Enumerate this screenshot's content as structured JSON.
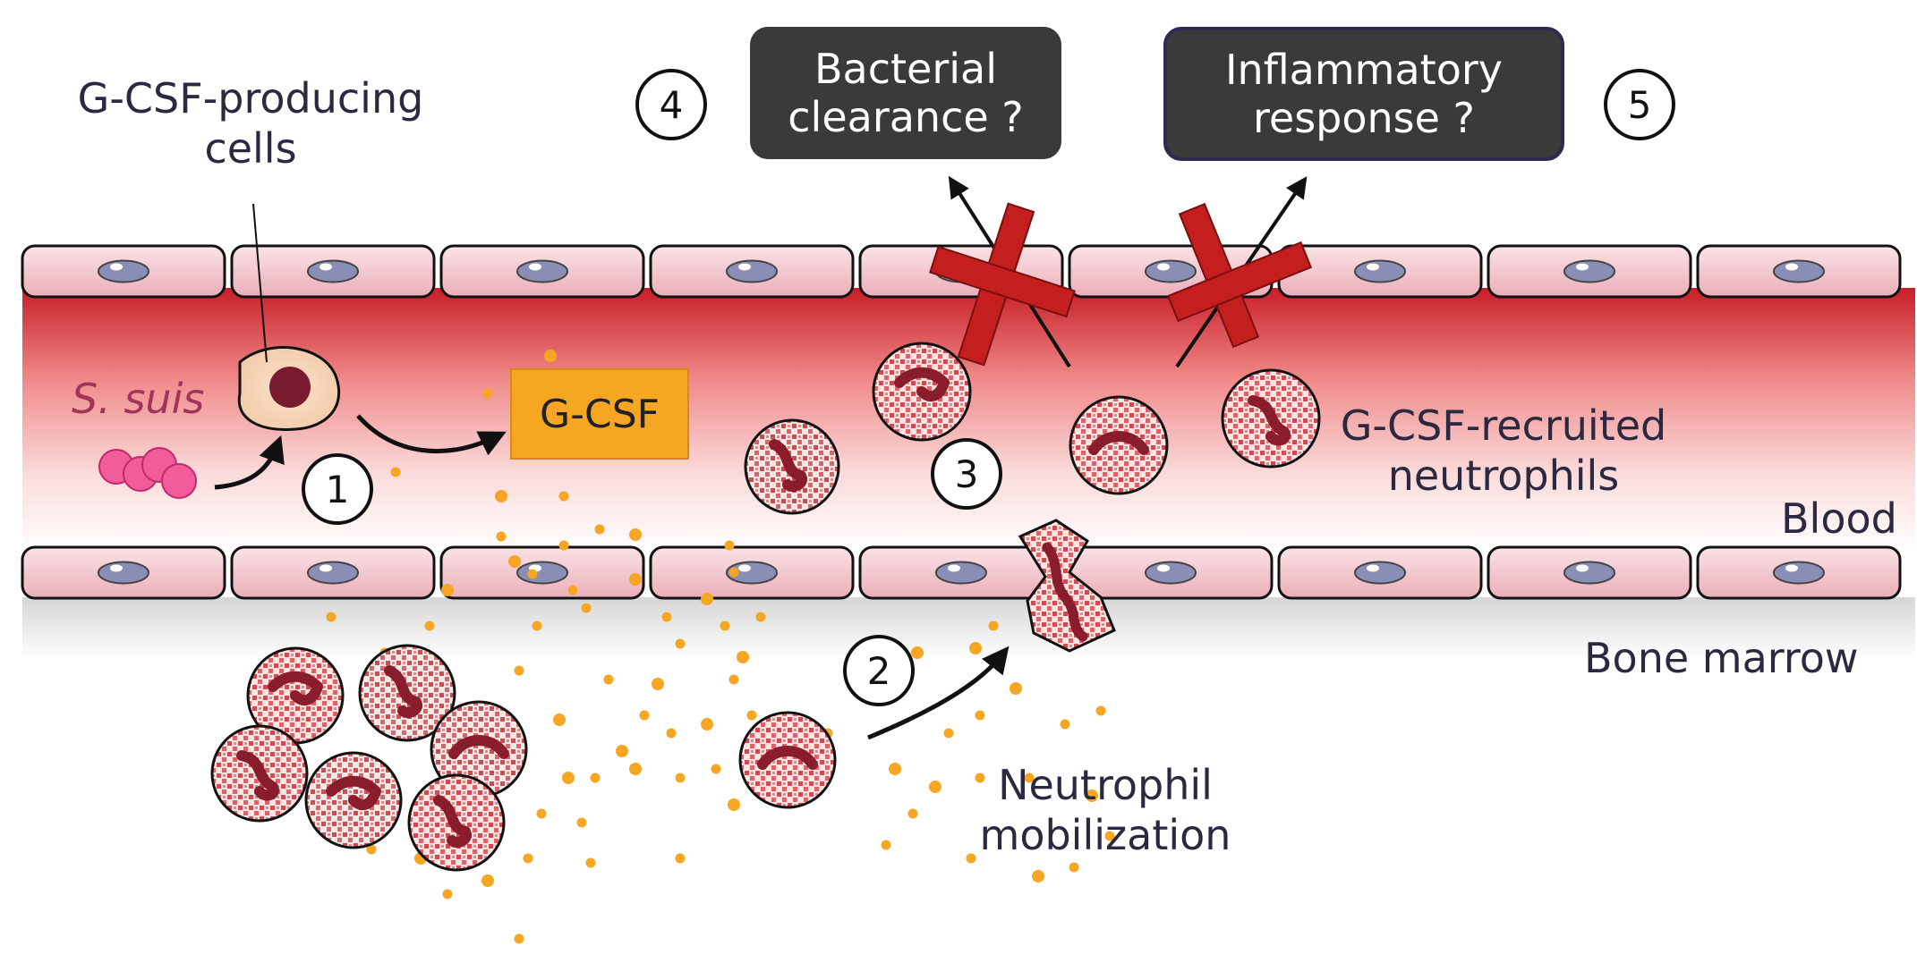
{
  "labels": {
    "producing_cells": "G-CSF-producing\ncells",
    "s_suis": "S. suis",
    "gcsf": "G-CSF",
    "recruited": "G-CSF-recruited\nneutrophils",
    "blood": "Blood",
    "bone_marrow": "Bone marrow",
    "mobilization": "Neutrophil\nmobilization"
  },
  "boxes": {
    "bacterial_clearance": "Bacterial\nclearance ?",
    "inflammatory_response": "Inflammatory\nresponse ?"
  },
  "steps": [
    "1",
    "2",
    "3",
    "4",
    "5"
  ],
  "colors": {
    "vessel_red": "#d0202a",
    "cell_pink": "#f2c4cc",
    "nucleus": "#8a8db6",
    "neutrophil_spots": "#c8404a",
    "gcsf_orange": "#f6a623",
    "cross_red": "#c41e1e",
    "box_dark": "#3a3a3a"
  }
}
